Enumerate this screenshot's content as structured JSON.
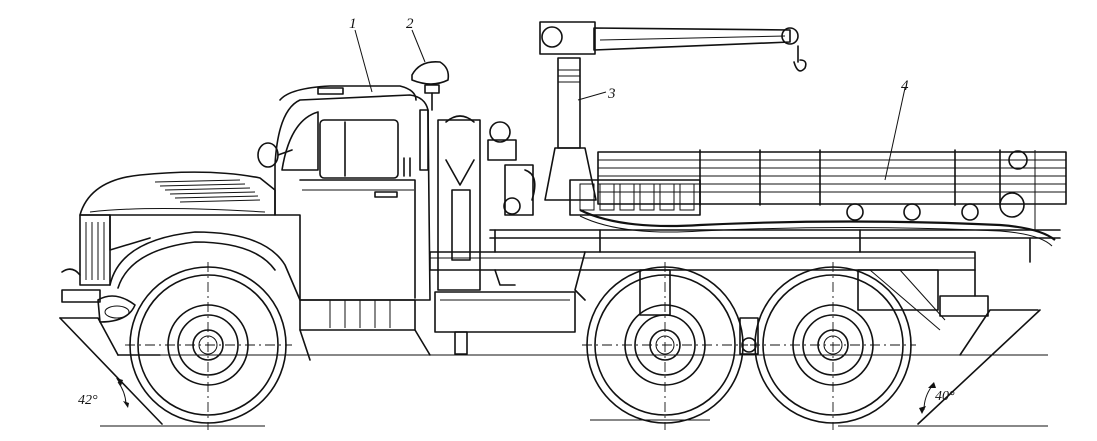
{
  "callouts": {
    "c1": "1",
    "c2": "2",
    "c3": "3",
    "c4": "4"
  },
  "angles": {
    "approach": "42°",
    "departure": "40°"
  }
}
